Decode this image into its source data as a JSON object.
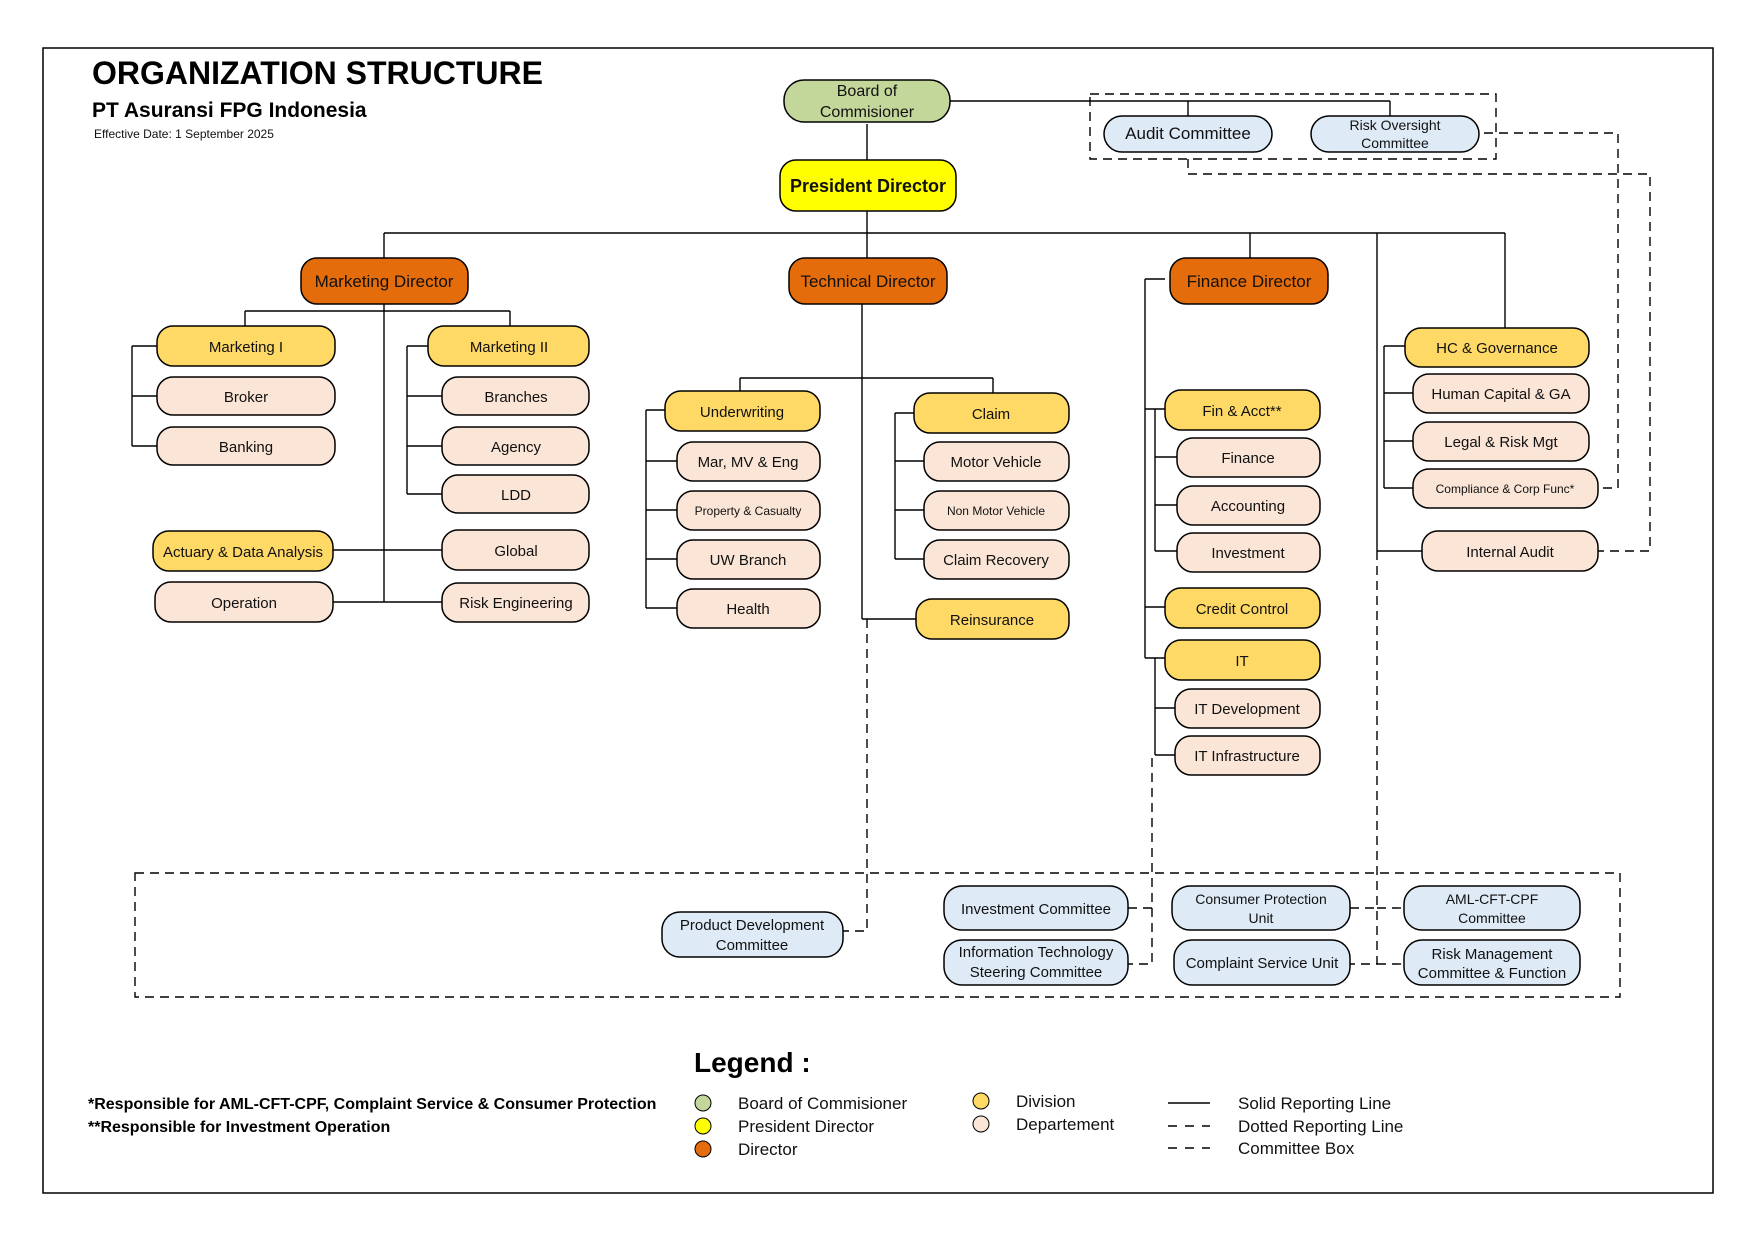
{
  "header": {
    "title": "ORGANIZATION STRUCTURE",
    "company": "PT Asuransi FPG Indonesia",
    "effective_date": "Effective Date: 1 September 2025"
  },
  "colors": {
    "board": "#c4d79b",
    "president": "#ffff00",
    "director": "#e46c0a",
    "division": "#ffd966",
    "department": "#fbe5d6",
    "committee": "#deebf7"
  },
  "nodes": {
    "board": "Board of Commisioner",
    "audit_committee": "Audit Committee",
    "risk_oversight": "Risk Oversight Committee",
    "president": "President Director",
    "marketing_director": "Marketing Director",
    "technical_director": "Technical Director",
    "finance_director": "Finance Director",
    "marketing_1": "Marketing I",
    "broker": "Broker",
    "banking": "Banking",
    "marketing_2": "Marketing II",
    "branches": "Branches",
    "agency": "Agency",
    "ldd": "LDD",
    "global": "Global",
    "risk_engineering": "Risk Engineering",
    "actuary": "Actuary & Data Analysis",
    "operation": "Operation",
    "underwriting": "Underwriting",
    "mar_mv_eng": "Mar, MV  & Eng",
    "property_casualty": "Property & Casualty",
    "uw_branch": "UW Branch",
    "health": "Health",
    "claim": "Claim",
    "motor_vehicle": "Motor Vehicle",
    "non_motor_vehicle": "Non Motor Vehicle",
    "claim_recovery": "Claim Recovery",
    "reinsurance": "Reinsurance",
    "fin_acct": "Fin & Acct**",
    "finance": "Finance",
    "accounting": "Accounting",
    "investment": "Investment",
    "credit_control": "Credit Control",
    "it": "IT",
    "it_development": "IT Development",
    "it_infrastructure": "IT Infrastructure",
    "hc_governance": "HC & Governance",
    "human_capital": "Human Capital & GA",
    "legal_risk": "Legal & Risk Mgt",
    "compliance": "Compliance & Corp Func*",
    "internal_audit": "Internal Audit",
    "product_dev_committee": "Product Development Committee",
    "investment_committee": "Investment Committee",
    "it_steering_committee": "Information Technology Steering Committee",
    "consumer_protection": "Consumer Protection Unit",
    "complaint_service": "Complaint Service Unit",
    "aml_cft_cpf": "AML-CFT-CPF Committee",
    "risk_mgmt_committee": "Risk Management Committee & Function"
  },
  "notes": {
    "note1": "*Responsible for AML-CFT-CPF, Complaint Service & Consumer Protection",
    "note2": "**Responsible for Investment Operation"
  },
  "legend": {
    "title": "Legend :",
    "board": "Board of Commisioner",
    "president": "President Director",
    "director": "Director",
    "division": "Division",
    "department": "Departement",
    "solid": "Solid Reporting Line",
    "dotted": "Dotted Reporting Line",
    "committee_box": "Committee Box"
  }
}
